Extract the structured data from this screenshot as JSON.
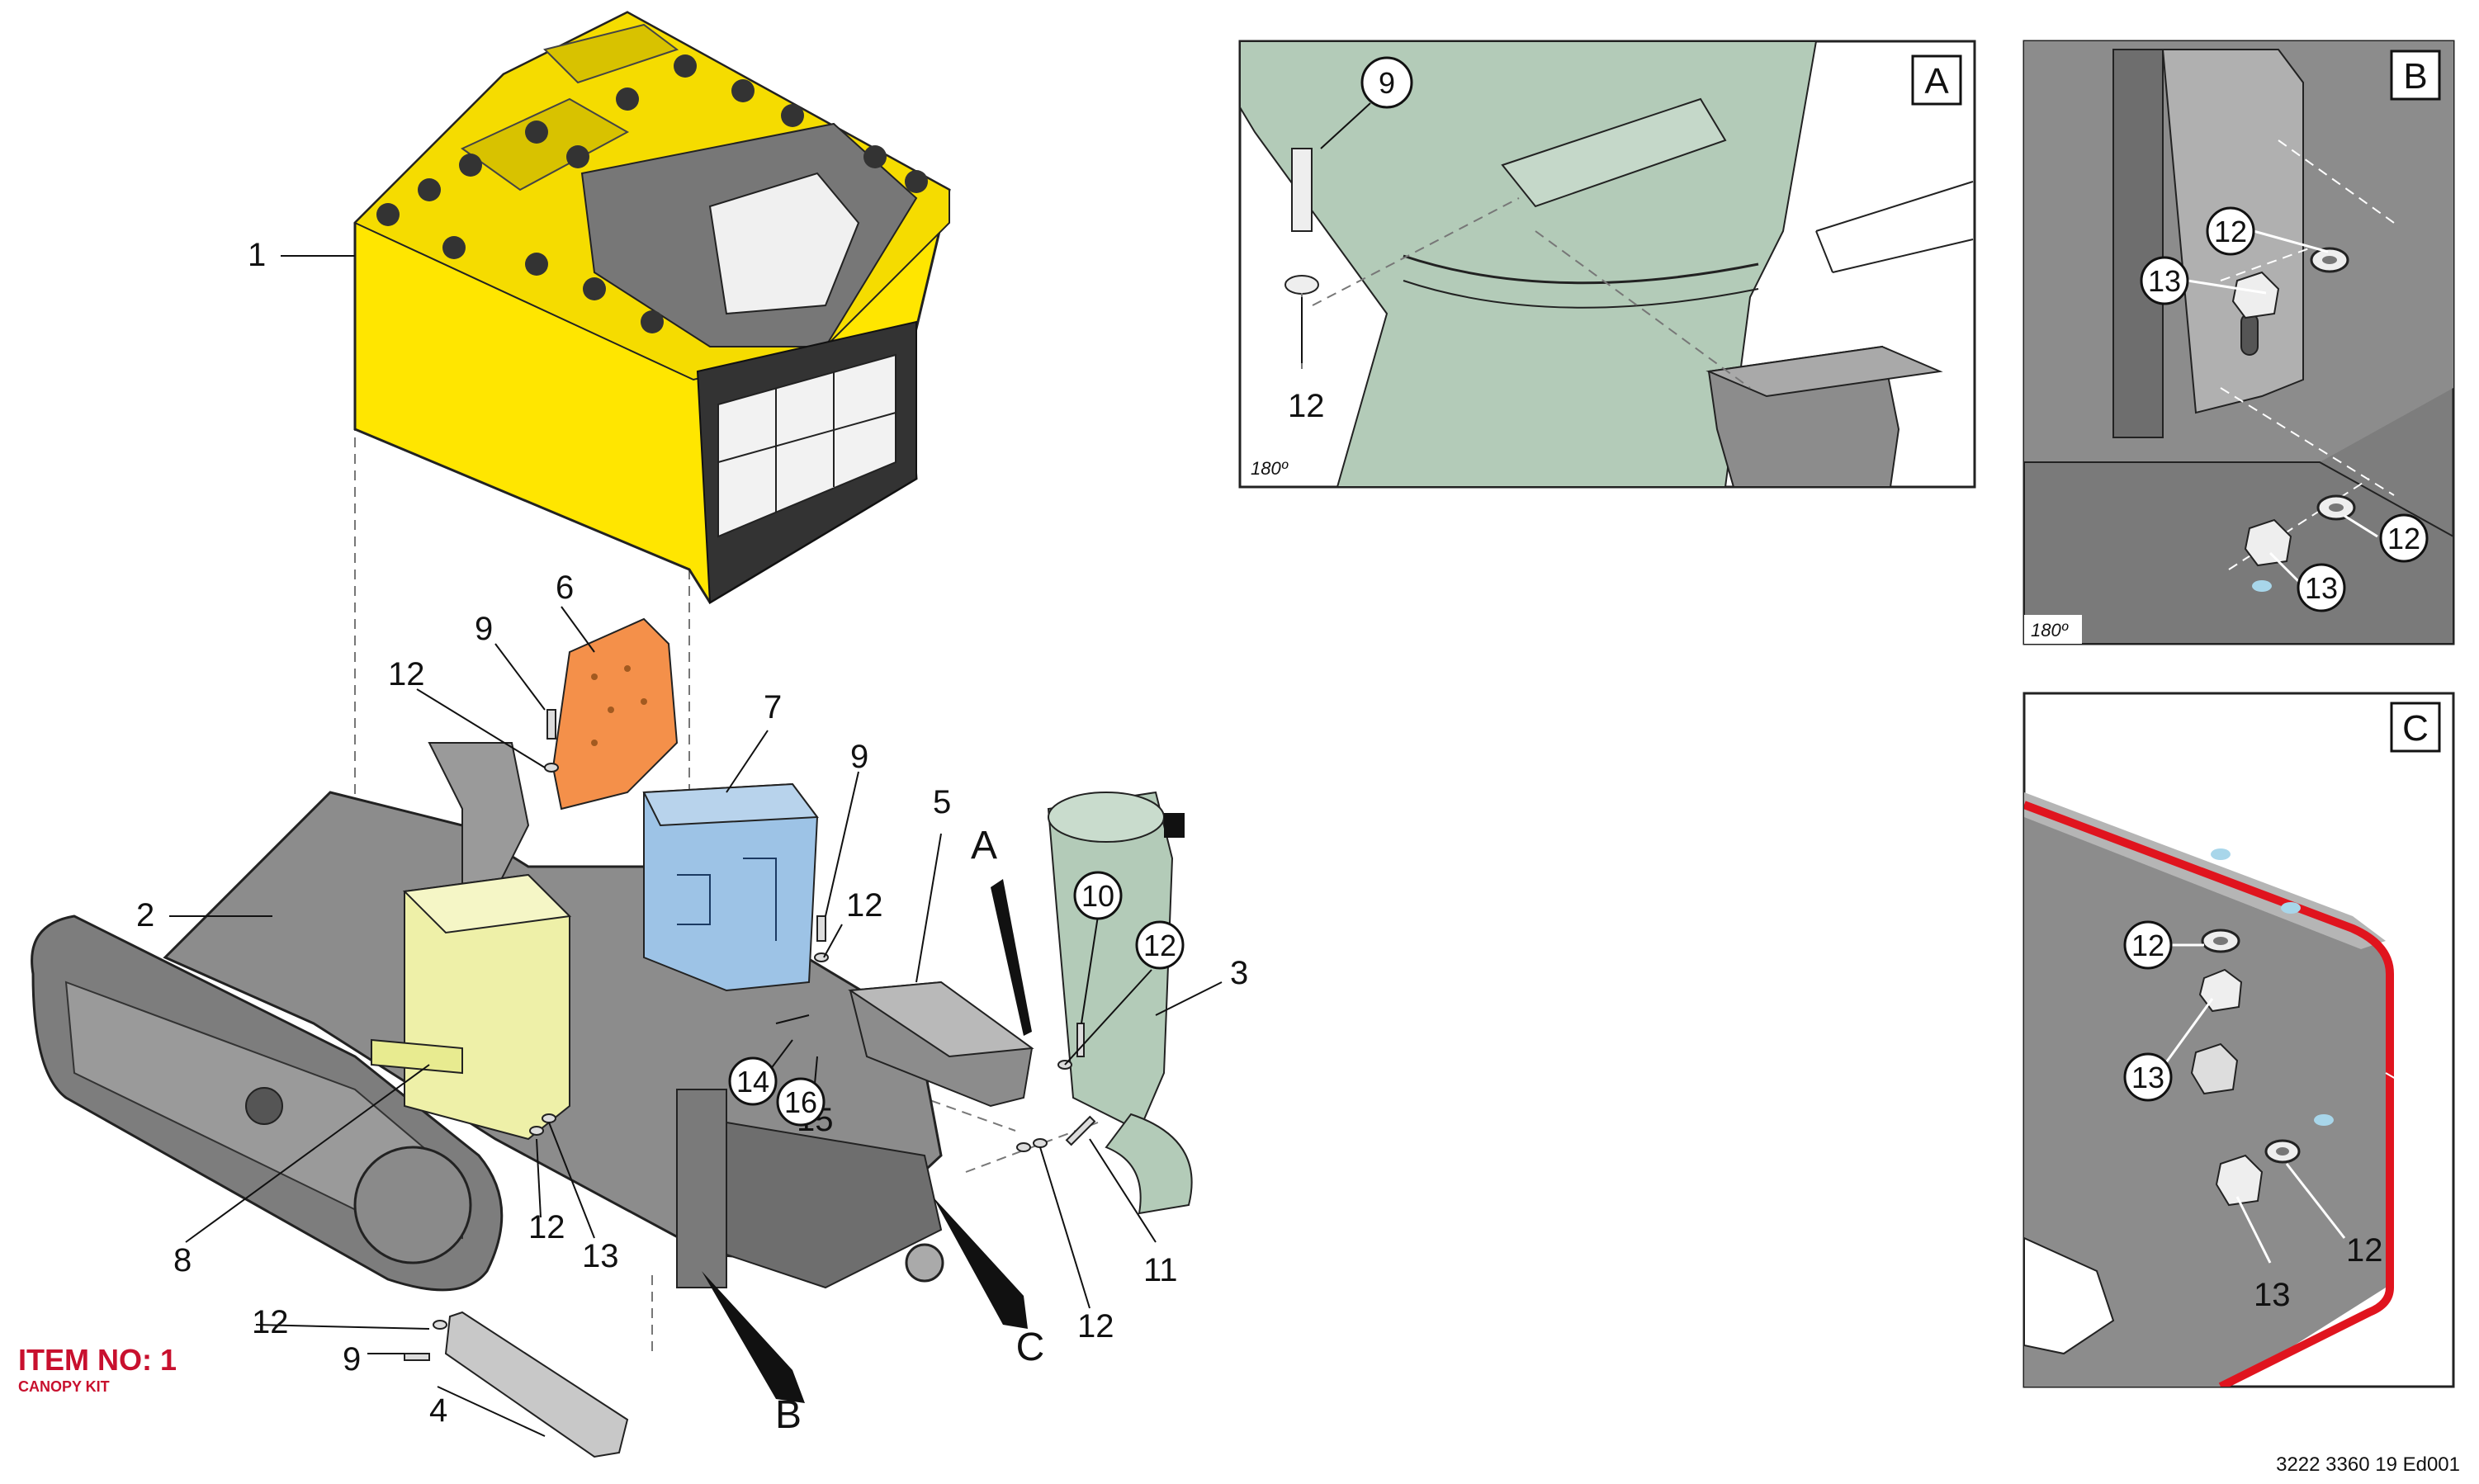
{
  "item": {
    "title": "ITEM NO: 1",
    "subtitle": "CANOPY KIT"
  },
  "doc_ref": "3222 3360 19 Ed001",
  "callouts": {
    "c1": "1",
    "c2": "2",
    "c3": "3",
    "c4": "4",
    "c5": "5",
    "c6": "6",
    "c7": "7",
    "c8": "8",
    "c9a": "9",
    "c9b": "9",
    "c9c": "9",
    "c10": "10",
    "c11": "11",
    "c12a": "12",
    "c12b": "12",
    "c12c": "12",
    "c12d": "12",
    "c12e": "12",
    "c13a": "13",
    "c14": "14",
    "c15": "15",
    "c16": "16"
  },
  "view_pointers": {
    "a": "A",
    "b": "B",
    "c": "C"
  },
  "details": {
    "a": {
      "letter": "A",
      "rotation": "180º",
      "b9": "9",
      "l12": "12"
    },
    "b": {
      "letter": "B",
      "rotation": "180º",
      "b12a": "12",
      "b13a": "13",
      "b12b": "12",
      "b13b": "13"
    },
    "c": {
      "letter": "C",
      "b12a": "12",
      "b13a": "13",
      "b13b": "13",
      "l12": "12"
    }
  },
  "colors": {
    "canopy": "#ffe600",
    "grille": "#3c3c3c",
    "machine": "#8c8c8c",
    "orange_bracket": "#f4904a",
    "blue_box": "#9dc3e6",
    "yellow_box": "#eef0a8",
    "green_part": "#b3cbb8",
    "edge_red": "#e0141e",
    "text_red": "#c8102e"
  }
}
